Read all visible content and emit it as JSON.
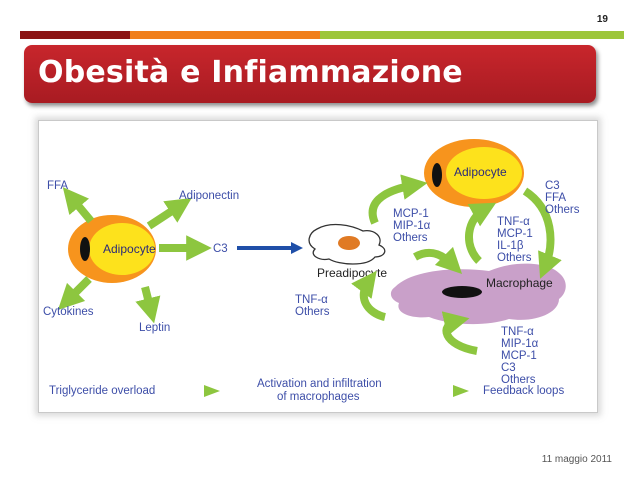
{
  "slide": {
    "number": "19",
    "title": "Obesità e Infiammazione",
    "date": "11 maggio 2011"
  },
  "colors": {
    "bar_dark_red": "#8b1414",
    "bar_orange": "#f07f1c",
    "bar_green": "#9dc63b",
    "title_red": "#b7202a",
    "adipocyte_orange": "#f7941d",
    "adipocyte_yellow": "#fde21c",
    "macrophage_purple": "#c9a0c9",
    "arrow_green": "#8dc63f",
    "arrow_blue": "#1f4fa8",
    "label_blue": "#3d4ea8"
  },
  "diagram": {
    "left_cell": {
      "name": "Adipocyte"
    },
    "outputs": {
      "ffa": "FFA",
      "adiponectin": "Adiponectin",
      "c3": "C3",
      "cytokines": "Cytokines",
      "leptin": "Leptin"
    },
    "preadipocyte": {
      "name": "Preadipocyte"
    },
    "right_adipocyte": {
      "name": "Adipocyte"
    },
    "macrophage": {
      "name": "Macrophage"
    },
    "signals": {
      "preadipocyte_to_adipocyte": [
        "MCP-1",
        "MIP-1α",
        "Others"
      ],
      "adipocyte_right": [
        "C3",
        "FFA",
        "Others"
      ],
      "adipocyte_to_adipocyte": [
        "TNF-α",
        "MCP-1",
        "IL-1β",
        "Others"
      ],
      "macrophage_to_preadipocyte": [
        "TNF-α",
        "Others"
      ],
      "macrophage_bottom": [
        "TNF-α",
        "MIP-1α",
        "MCP-1",
        "C3",
        "Others"
      ]
    },
    "legend": {
      "triglyceride": "Triglyceride overload",
      "activation_line1": "Activation and infiltration",
      "activation_line2": "of macrophages",
      "feedback": "Feedback loops"
    }
  }
}
